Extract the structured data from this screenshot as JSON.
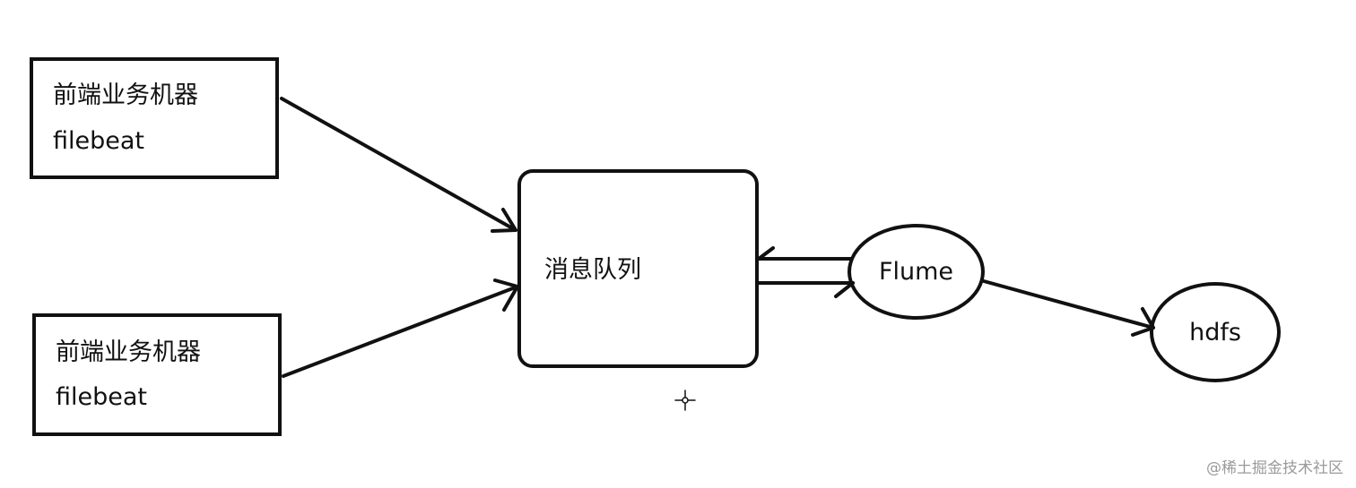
{
  "diagram": {
    "source_top": {
      "title": "前端业务机器",
      "subtitle": "filebeat"
    },
    "source_bottom": {
      "title": "前端业务机器",
      "subtitle": "filebeat"
    },
    "queue": {
      "label": "消息队列"
    },
    "flume": {
      "label": "Flume"
    },
    "hdfs": {
      "label": "hdfs"
    },
    "edges": [
      {
        "from": "前端业务机器 filebeat (top)",
        "to": "消息队列"
      },
      {
        "from": "前端业务机器 filebeat (bottom)",
        "to": "消息队列"
      },
      {
        "from": "Flume",
        "to": "消息队列"
      },
      {
        "from": "消息队列",
        "to": "Flume"
      },
      {
        "from": "Flume",
        "to": "hdfs"
      }
    ]
  },
  "watermark": "@稀土掘金技术社区",
  "colors": {
    "stroke": "#111111",
    "background": "#ffffff",
    "watermark": "#9a9a9a"
  }
}
